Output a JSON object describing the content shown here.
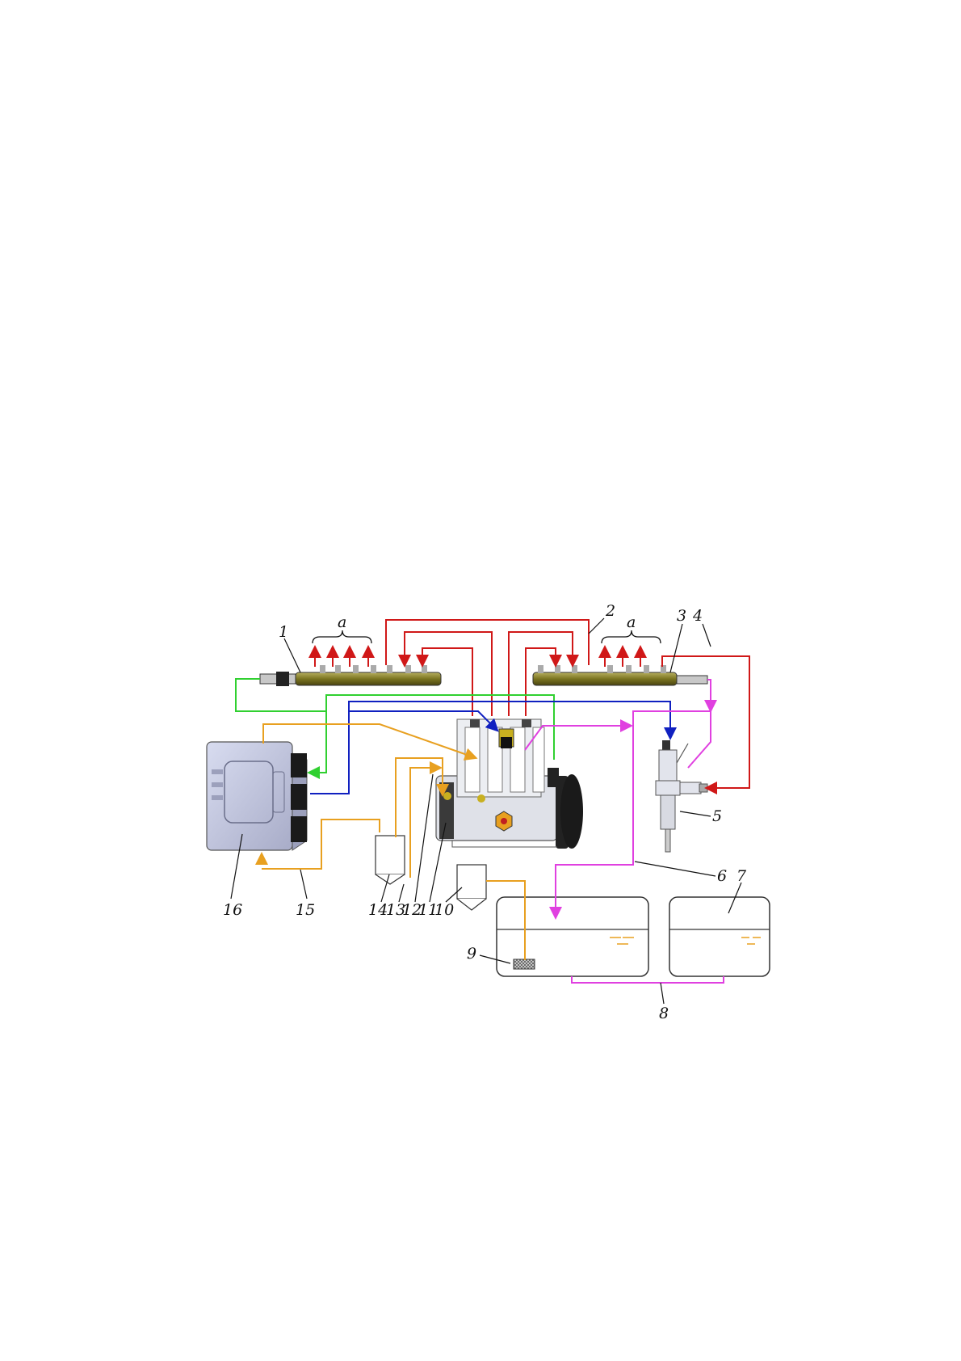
{
  "diagram": {
    "labels": {
      "l1": "1",
      "l2": "2",
      "l3": "3",
      "l4": "4",
      "l5": "5",
      "l6": "6",
      "l7": "7",
      "l8": "8",
      "l9": "9",
      "l10": "10",
      "l11": "11",
      "l12": "12",
      "l13": "13",
      "l14": "14",
      "l15": "15",
      "l16": "16",
      "a_left": "a",
      "a_right": "a"
    },
    "line_colors": {
      "high_pressure": "#d01818",
      "low_pressure": "#e8a020",
      "return": "#e040e0",
      "signal_blue": "#1020c0",
      "signal_green": "#30d030"
    }
  }
}
